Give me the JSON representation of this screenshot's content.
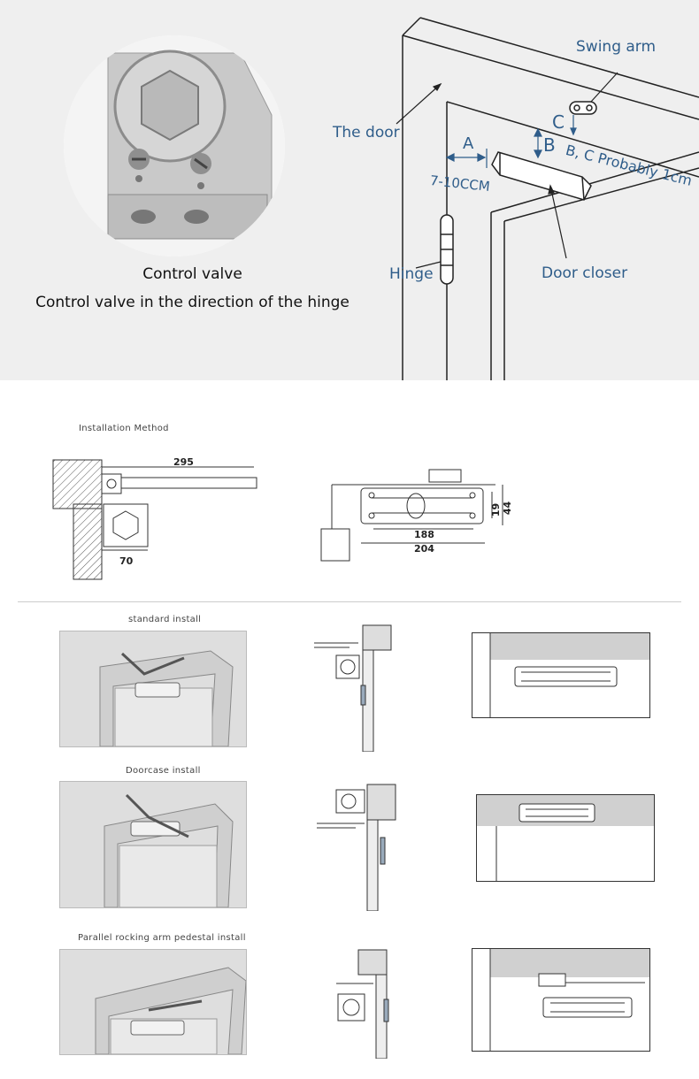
{
  "top": {
    "valve_title": "Control valve",
    "valve_subtitle": "Control valve in the direction of the hinge",
    "labels": {
      "swing_arm": "Swing arm",
      "the_door": "The door",
      "a": "A",
      "b": "B",
      "c": "C",
      "bc_note": "B, C Probably 1cm",
      "a_value": "7-10CCM",
      "hinge": "Hinge",
      "door_closer": "Door closer"
    }
  },
  "installation": {
    "caption": "Installation Method",
    "dims": {
      "d295": "295",
      "d70": "70",
      "d188": "188",
      "d204": "204",
      "d19": "19",
      "d44": "44"
    }
  },
  "methods": [
    {
      "caption": "standard install"
    },
    {
      "caption": "Doorcase install"
    },
    {
      "caption": "Parallel rocking arm pedestal install"
    }
  ],
  "colors": {
    "label_blue": "#2f5d8a",
    "panel_grey": "#efefef",
    "line": "#222222"
  }
}
